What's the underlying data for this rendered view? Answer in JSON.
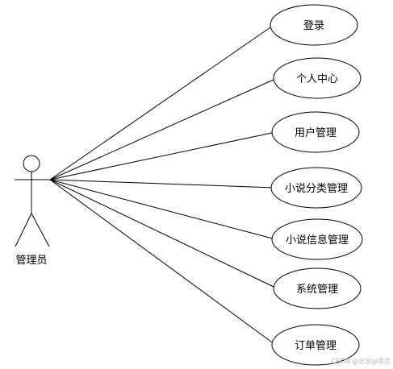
{
  "actor": {
    "label": "管理员"
  },
  "use_cases": [
    {
      "label": "登录"
    },
    {
      "label": "个人中心"
    },
    {
      "label": "用户管理"
    },
    {
      "label": "小说分类管理"
    },
    {
      "label": "小说信息管理"
    },
    {
      "label": "系统管理"
    },
    {
      "label": "订单管理"
    }
  ],
  "watermark": "CSDN @念念@思恋",
  "colors": {
    "stroke": "#000000",
    "background": "#ffffff",
    "watermark": "#b5b5b5"
  }
}
